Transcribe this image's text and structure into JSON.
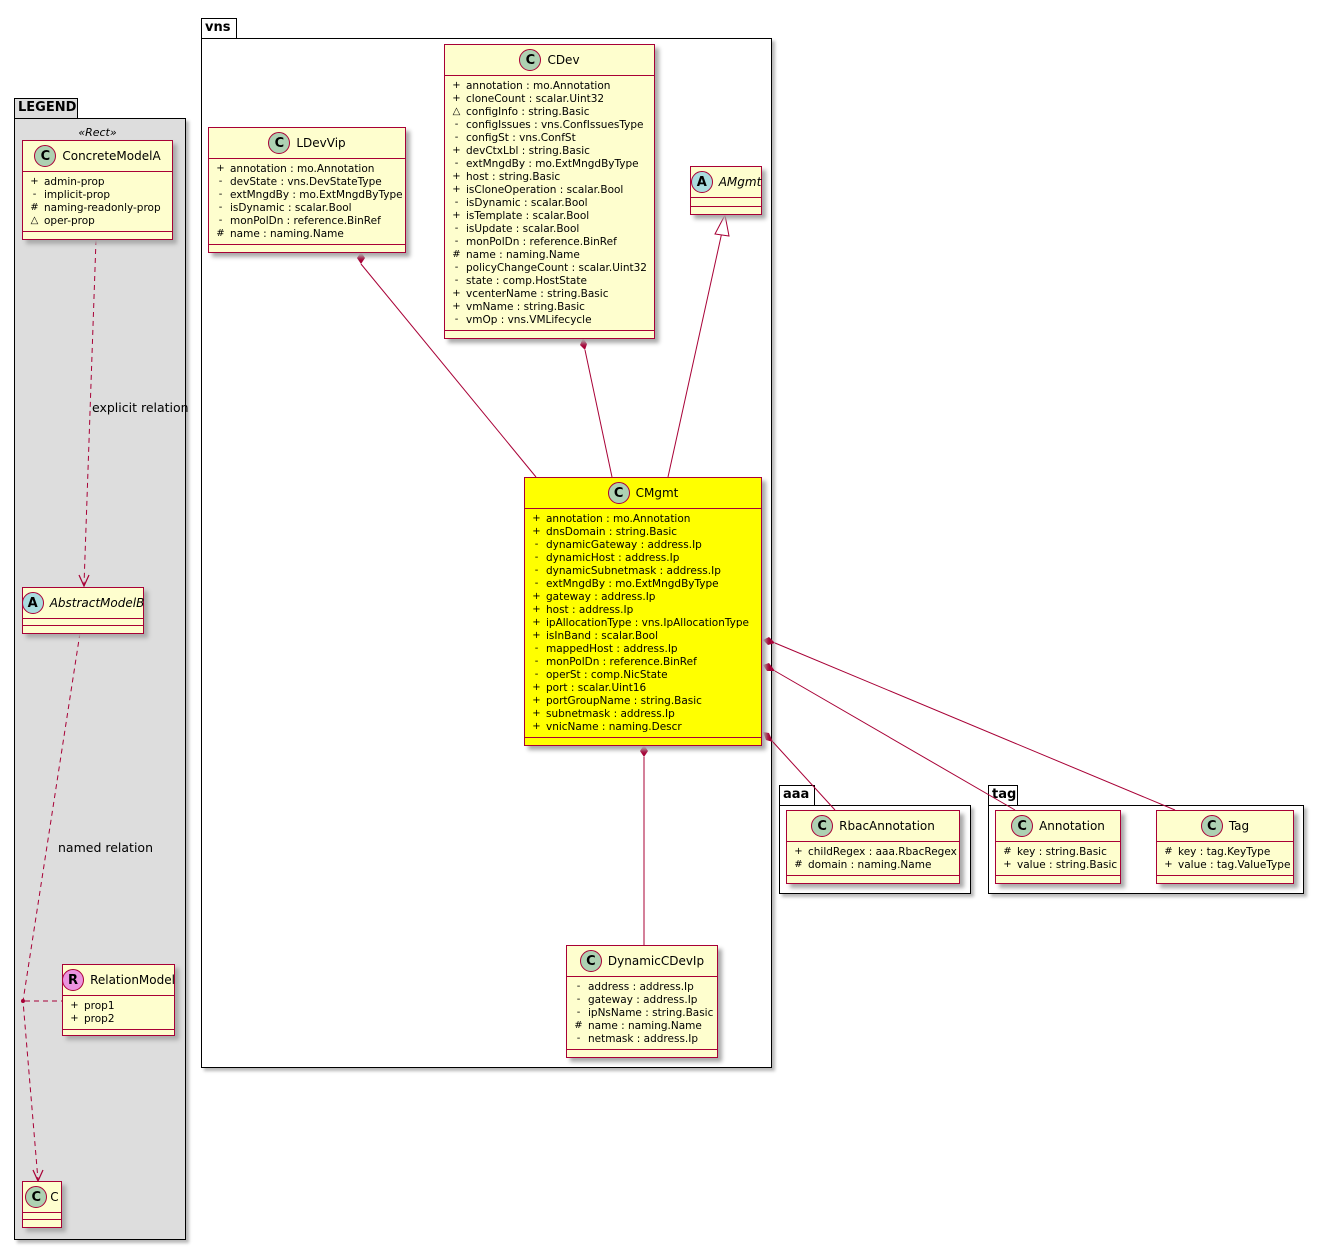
{
  "packages": {
    "legend": "LEGEND",
    "vns": "vns",
    "aaa": "aaa",
    "tag": "tag"
  },
  "legend": {
    "stereotype": "«Rect»",
    "explicit_relation": "explicit relation",
    "named_relation": "named relation",
    "concrete": {
      "name": "ConcreteModelA",
      "attrs": [
        {
          "vis": "+",
          "text": "admin-prop"
        },
        {
          "vis": "-",
          "text": "implicit-prop"
        },
        {
          "vis": "#",
          "text": "naming-readonly-prop"
        },
        {
          "vis": "~",
          "text": "oper-prop"
        }
      ]
    },
    "abstract": {
      "name": "AbstractModelB"
    },
    "relation": {
      "name": "RelationModel",
      "attrs": [
        {
          "vis": "+",
          "text": "prop1"
        },
        {
          "vis": "+",
          "text": "prop2"
        }
      ]
    },
    "c": {
      "name": "C"
    }
  },
  "classes": {
    "ldevvip": {
      "name": "LDevVip",
      "attrs": [
        {
          "vis": "+",
          "text": "annotation : mo.Annotation"
        },
        {
          "vis": "-",
          "text": "devState : vns.DevStateType"
        },
        {
          "vis": "-",
          "text": "extMngdBy : mo.ExtMngdByType"
        },
        {
          "vis": "-",
          "text": "isDynamic : scalar.Bool"
        },
        {
          "vis": "-",
          "text": "monPolDn : reference.BinRef"
        },
        {
          "vis": "#",
          "text": "name : naming.Name"
        }
      ]
    },
    "cdev": {
      "name": "CDev",
      "attrs": [
        {
          "vis": "+",
          "text": "annotation : mo.Annotation"
        },
        {
          "vis": "+",
          "text": "cloneCount : scalar.Uint32"
        },
        {
          "vis": "~",
          "text": "configInfo : string.Basic"
        },
        {
          "vis": "-",
          "text": "configIssues : vns.ConfIssuesType"
        },
        {
          "vis": "-",
          "text": "configSt : vns.ConfSt"
        },
        {
          "vis": "+",
          "text": "devCtxLbl : string.Basic"
        },
        {
          "vis": "-",
          "text": "extMngdBy : mo.ExtMngdByType"
        },
        {
          "vis": "+",
          "text": "host : string.Basic"
        },
        {
          "vis": "+",
          "text": "isCloneOperation : scalar.Bool"
        },
        {
          "vis": "-",
          "text": "isDynamic : scalar.Bool"
        },
        {
          "vis": "+",
          "text": "isTemplate : scalar.Bool"
        },
        {
          "vis": "-",
          "text": "isUpdate : scalar.Bool"
        },
        {
          "vis": "-",
          "text": "monPolDn : reference.BinRef"
        },
        {
          "vis": "#",
          "text": "name : naming.Name"
        },
        {
          "vis": "-",
          "text": "policyChangeCount : scalar.Uint32"
        },
        {
          "vis": "-",
          "text": "state : comp.HostState"
        },
        {
          "vis": "+",
          "text": "vcenterName : string.Basic"
        },
        {
          "vis": "+",
          "text": "vmName : string.Basic"
        },
        {
          "vis": "-",
          "text": "vmOp : vns.VMLifecycle"
        }
      ]
    },
    "amgmt": {
      "name": "AMgmt"
    },
    "cmgmt": {
      "name": "CMgmt",
      "attrs": [
        {
          "vis": "+",
          "text": "annotation : mo.Annotation"
        },
        {
          "vis": "+",
          "text": "dnsDomain : string.Basic"
        },
        {
          "vis": "-",
          "text": "dynamicGateway : address.Ip"
        },
        {
          "vis": "-",
          "text": "dynamicHost : address.Ip"
        },
        {
          "vis": "-",
          "text": "dynamicSubnetmask : address.Ip"
        },
        {
          "vis": "-",
          "text": "extMngdBy : mo.ExtMngdByType"
        },
        {
          "vis": "+",
          "text": "gateway : address.Ip"
        },
        {
          "vis": "+",
          "text": "host : address.Ip"
        },
        {
          "vis": "+",
          "text": "ipAllocationType : vns.IpAllocationType"
        },
        {
          "vis": "+",
          "text": "isInBand : scalar.Bool"
        },
        {
          "vis": "-",
          "text": "mappedHost : address.Ip"
        },
        {
          "vis": "-",
          "text": "monPolDn : reference.BinRef"
        },
        {
          "vis": "-",
          "text": "operSt : comp.NicState"
        },
        {
          "vis": "+",
          "text": "port : scalar.Uint16"
        },
        {
          "vis": "+",
          "text": "portGroupName : string.Basic"
        },
        {
          "vis": "+",
          "text": "subnetmask : address.Ip"
        },
        {
          "vis": "+",
          "text": "vnicName : naming.Descr"
        }
      ]
    },
    "dyncdevip": {
      "name": "DynamicCDevIp",
      "attrs": [
        {
          "vis": "-",
          "text": "address : address.Ip"
        },
        {
          "vis": "-",
          "text": "gateway : address.Ip"
        },
        {
          "vis": "-",
          "text": "ipNsName : string.Basic"
        },
        {
          "vis": "#",
          "text": "name : naming.Name"
        },
        {
          "vis": "-",
          "text": "netmask : address.Ip"
        }
      ]
    },
    "rbac": {
      "name": "RbacAnnotation",
      "attrs": [
        {
          "vis": "+",
          "text": "childRegex : aaa.RbacRegex"
        },
        {
          "vis": "#",
          "text": "domain : naming.Name"
        }
      ]
    },
    "annotation": {
      "name": "Annotation",
      "attrs": [
        {
          "vis": "#",
          "text": "key : string.Basic"
        },
        {
          "vis": "+",
          "text": "value : string.Basic"
        }
      ]
    },
    "tag": {
      "name": "Tag",
      "attrs": [
        {
          "vis": "#",
          "text": "key : tag.KeyType"
        },
        {
          "vis": "+",
          "text": "value : tag.ValueType"
        }
      ]
    }
  }
}
